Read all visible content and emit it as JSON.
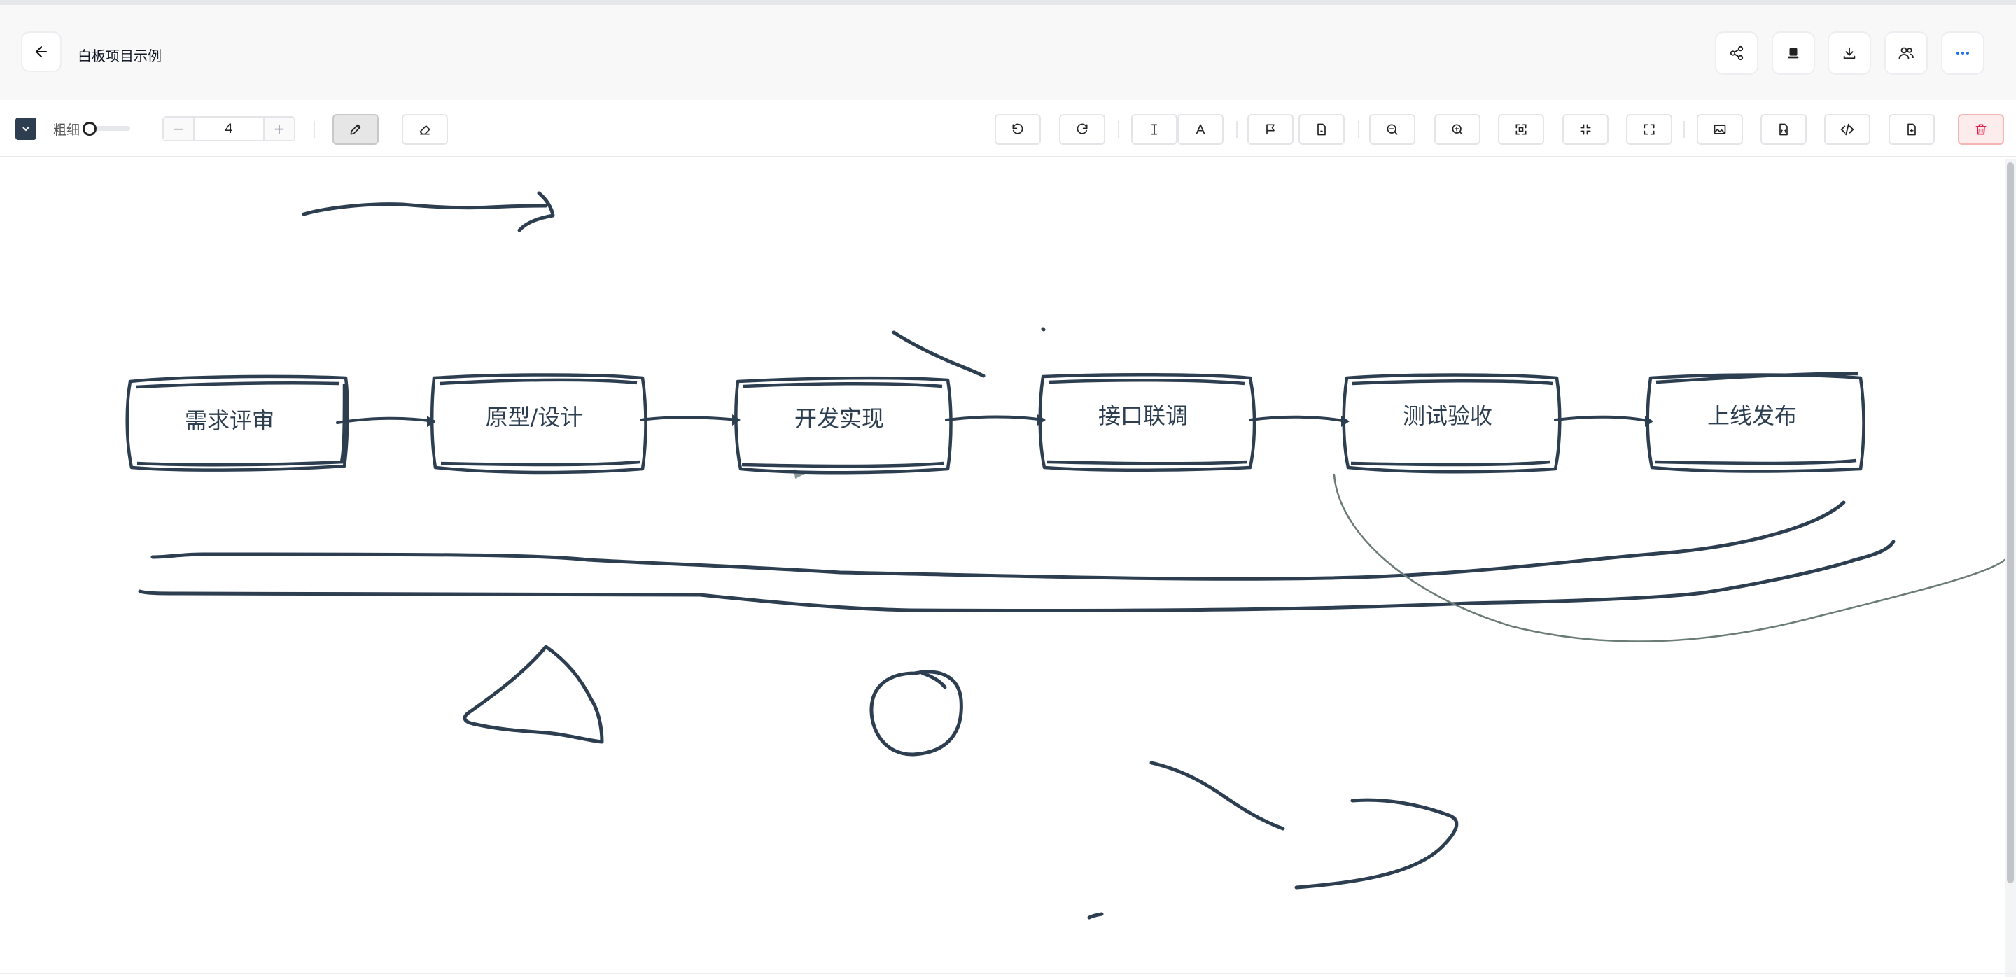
{
  "app": {
    "title": "白板项目示例"
  },
  "header": {
    "back_icon": "arrow-left-icon",
    "buttons": [
      "share-icon",
      "present-icon",
      "download-icon",
      "collaborators-icon",
      "more-icon"
    ]
  },
  "toolbar": {
    "stroke_color": "#2d3e50",
    "thickness_label": "粗细",
    "thickness_level": 0,
    "size_value": "4",
    "minus_label": "−",
    "plus_label": "+",
    "active_tool": "pen"
  },
  "canvas": {
    "ink_color": "#2d3e50",
    "flow_steps": [
      "需求评审",
      "原型/设计",
      "开发实现",
      "接口联调",
      "测试验收",
      "上线发布"
    ]
  }
}
